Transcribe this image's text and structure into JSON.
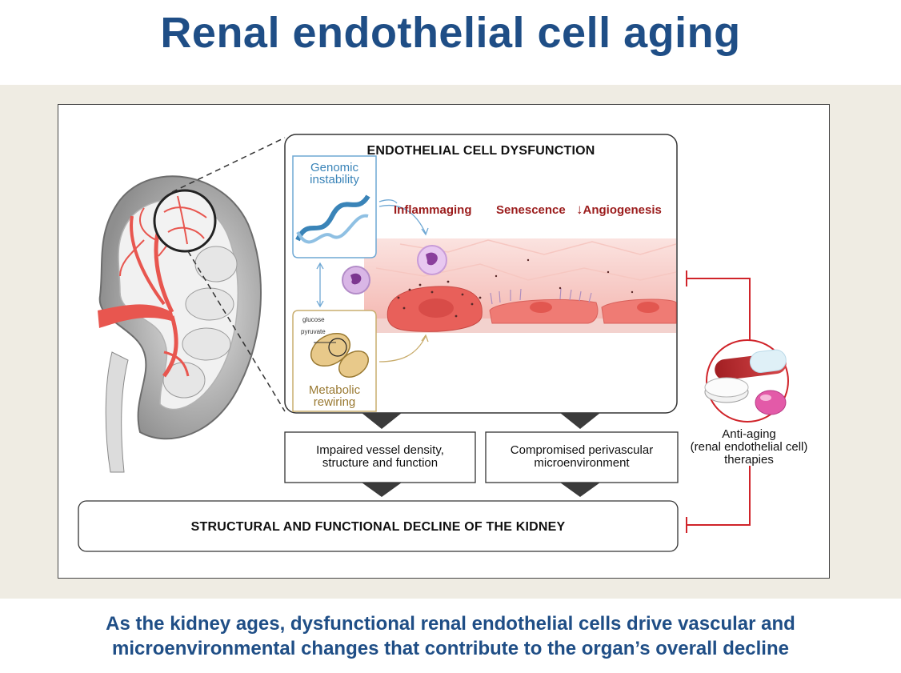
{
  "title": "Renal endothelial cell aging",
  "caption": {
    "line1": "As the kidney ages, dysfunctional renal endothelial cells drive vascular and",
    "line2": "microenvironmental changes that contribute to the organ’s overall decline"
  },
  "diagram": {
    "dysfunction_header": "ENDOTHELIAL CELL DYSFUNCTION",
    "genomic": {
      "line1": "Genomic",
      "line2": "instability"
    },
    "metabolic": {
      "line1": "Metabolic",
      "line2": "rewiring"
    },
    "glucose": "glucose",
    "pyruvate": "pyruvate",
    "inflammaging": "Inflammaging",
    "senescence": "Senescence",
    "angiogenesis_arrow": "↓",
    "angiogenesis": "Angiogenesis",
    "vessel_box": {
      "line1": "Impaired vessel density,",
      "line2": "structure and function"
    },
    "perivascular_box": {
      "line1": "Compromised perivascular",
      "line2": "microenvironment"
    },
    "decline_box": "STRUCTURAL AND FUNCTIONAL DECLINE OF THE KIDNEY",
    "therapy": {
      "line1": "Anti-aging",
      "line2": "(renal endothelial cell)",
      "line3": "therapies"
    }
  },
  "colors": {
    "title_blue": "#1f4e86",
    "band": "#efece3",
    "inhibit_red": "#d0242a",
    "vessel_red": "#e8564f",
    "cell_pink": "#f3b0aa",
    "genomic_blue": "#3a84b8",
    "metabolic_tan": "#9a7a33"
  }
}
